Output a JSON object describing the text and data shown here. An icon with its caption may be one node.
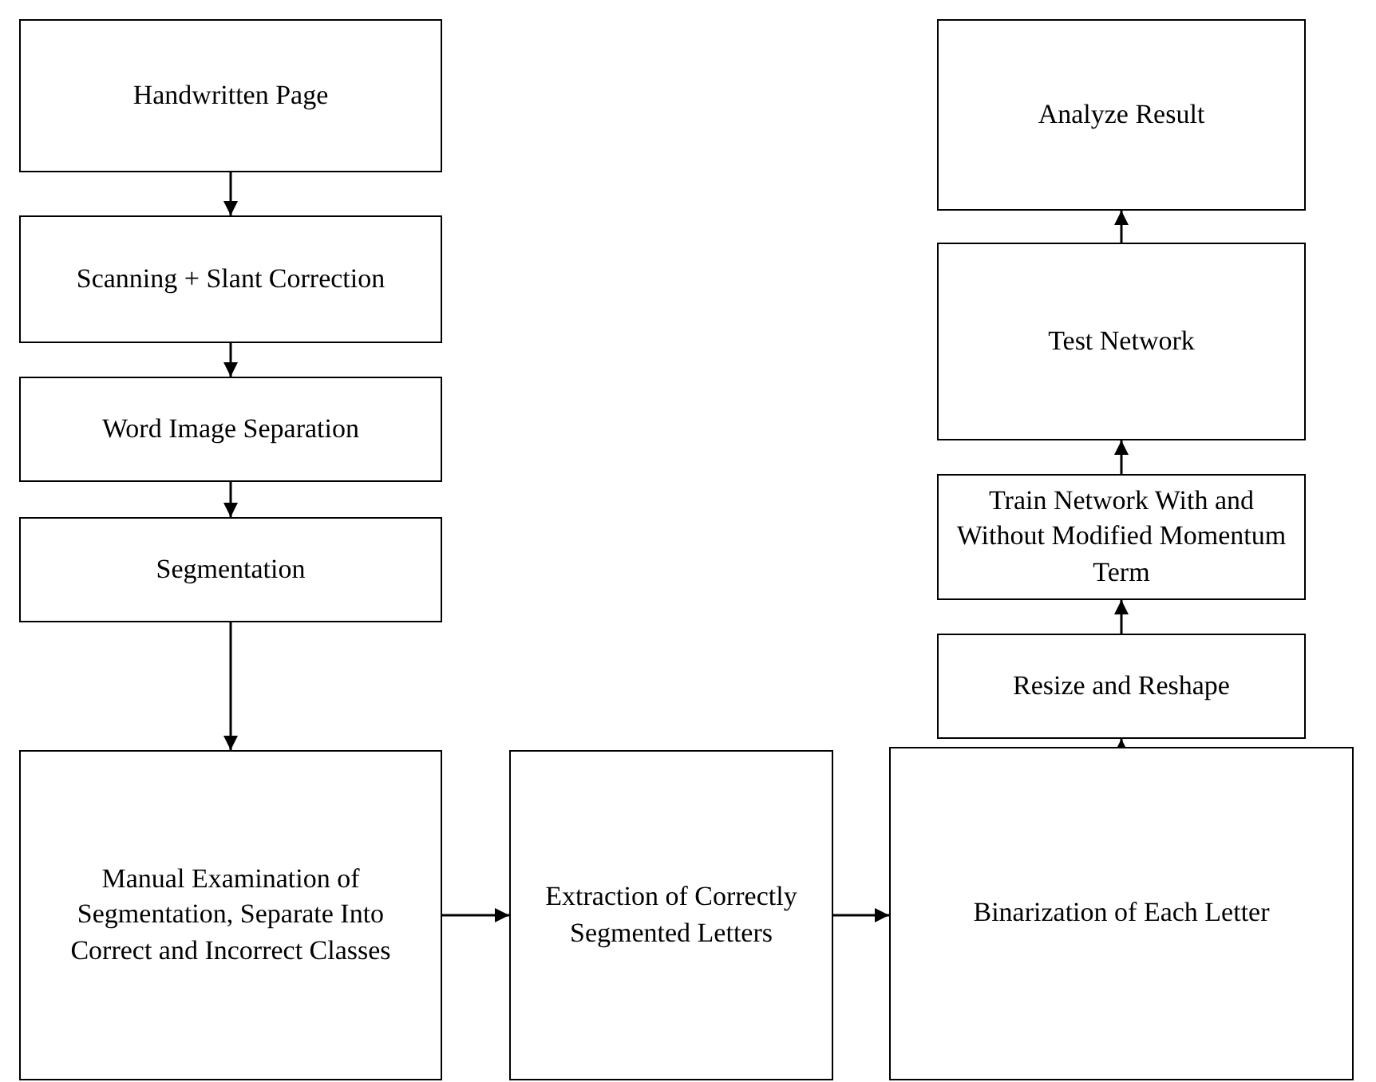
{
  "diagram": {
    "nodes": [
      {
        "text": [
          "Handwritten Page"
        ]
      },
      {
        "text": [
          "Scanning + Slant Correction"
        ]
      },
      {
        "text": [
          "Word Image Separation"
        ]
      },
      {
        "text": [
          "Segmentation"
        ]
      },
      {
        "text": [
          "Manual Examination of Segmentation, Separate Into Correct and Incorrect Classes"
        ]
      },
      {
        "text": [
          "Extraction of Correctly Segmented Letters"
        ]
      },
      {
        "text": [
          "Binarization of Each Letter"
        ]
      },
      {
        "text": [
          "Resize and Reshape"
        ]
      },
      {
        "text": [
          "Train Network With and Without Modified Momentum Term"
        ]
      },
      {
        "text": [
          "Test Network"
        ]
      },
      {
        "text": [
          "Analyze Result"
        ]
      }
    ],
    "edges": [
      {
        "from": 0,
        "to": 1,
        "arrow": "to"
      },
      {
        "from": 1,
        "to": 2,
        "arrow": "to"
      },
      {
        "from": 2,
        "to": 3,
        "arrow": "to"
      },
      {
        "from": 3,
        "to": 4,
        "arrow": "to"
      },
      {
        "from": 4,
        "to": 5,
        "arrow": "to"
      },
      {
        "from": 5,
        "to": 6,
        "arrow": "to"
      },
      {
        "from": 6,
        "to": 7,
        "arrow": "to"
      },
      {
        "from": 7,
        "to": 8,
        "arrow": "to"
      },
      {
        "from": 8,
        "to": 9,
        "arrow": "to"
      },
      {
        "from": 9,
        "to": 10,
        "arrow": "to"
      }
    ]
  }
}
